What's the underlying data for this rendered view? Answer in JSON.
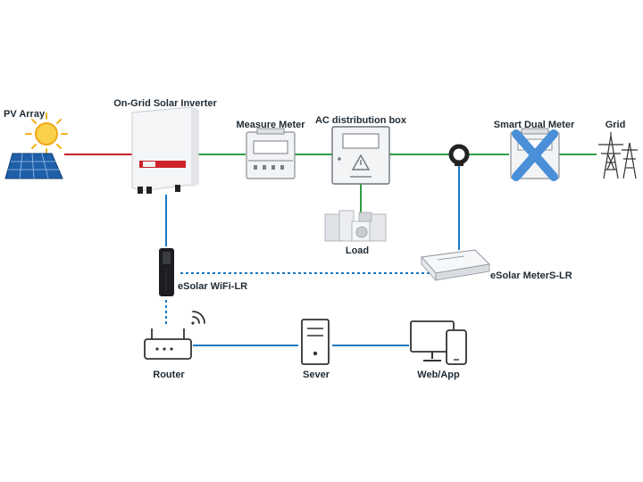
{
  "labels": {
    "pv_array": "PV Array",
    "inverter": "On-Grid Solar Inverter",
    "measure_meter": "Measure Meter",
    "ac_box": "AC distribution box",
    "smart_meter": "Smart Dual Meter",
    "grid": "Grid",
    "load": "Load",
    "esolar_meter": "eSolar MeterS-LR",
    "esolar_wifi": "eSolar WiFi-LR",
    "router": "Router",
    "server": "Sever",
    "webapp": "Web/App"
  },
  "colors": {
    "dc_line": "#c8212b",
    "ac_line": "#2e9e46",
    "comm_line": "#1a78c2",
    "wireless_line": "#1a78c2",
    "cross": "#4a8fd8"
  },
  "icons": {
    "pv_array": "solar-panel-sun-icon",
    "inverter": "inverter-icon",
    "measure_meter": "din-meter-icon",
    "ac_box": "distribution-box-icon",
    "ct": "current-transformer-icon",
    "smart_meter": "smart-meter-crossed-icon",
    "grid": "power-tower-icon",
    "load": "home-appliances-icon",
    "esolar_meter": "meter-module-icon",
    "esolar_wifi": "wifi-dongle-icon",
    "router": "router-icon",
    "server": "server-icon",
    "webapp": "monitor-phone-icon"
  }
}
